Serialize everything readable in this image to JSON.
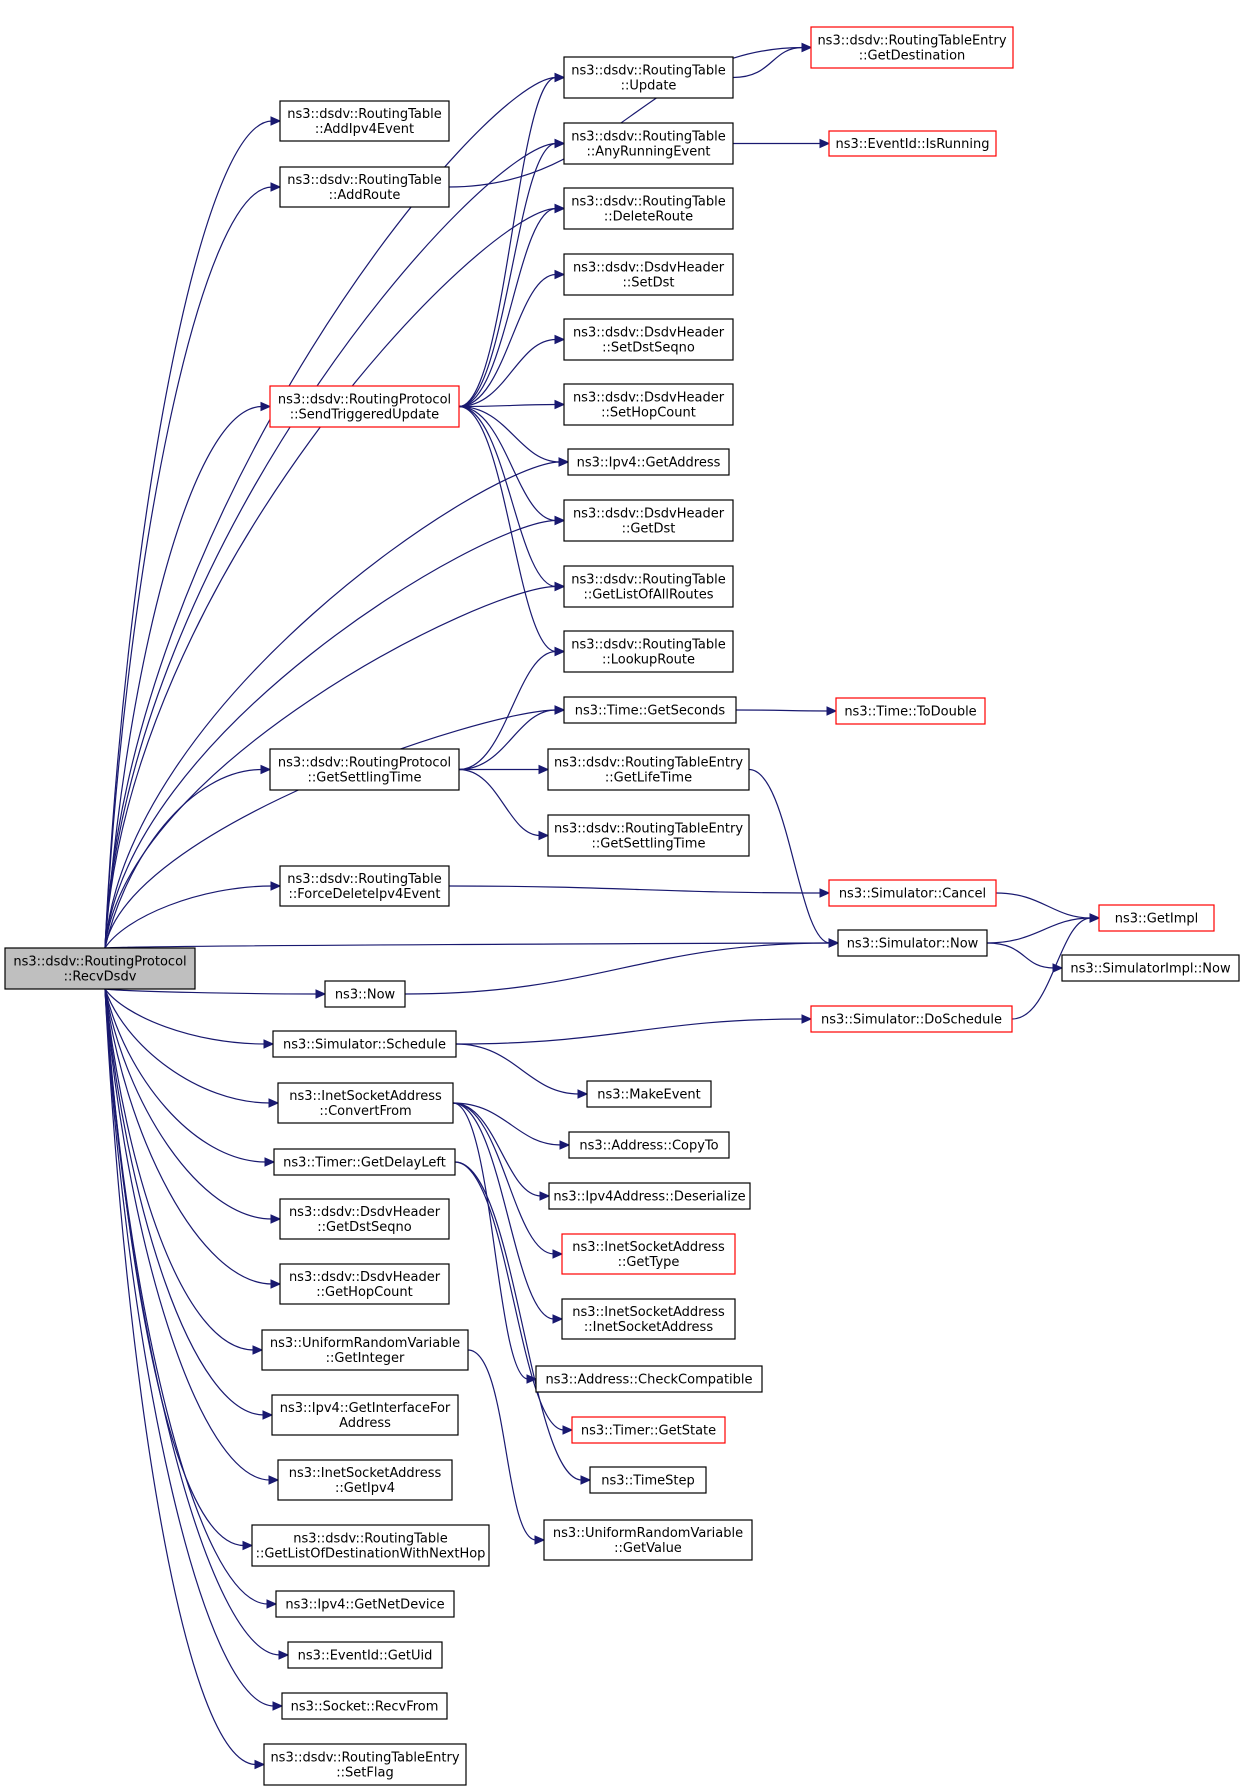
{
  "colors": {
    "edge": "#191970",
    "normal_border": "#000000",
    "truncated_border": "#ff0000",
    "root_fill": "#bfbfbf",
    "node_fill": "#ffffff"
  },
  "nodes": [
    {
      "id": "recv",
      "lines": [
        "ns3::dsdv::RoutingProtocol",
        "::RecvDsdv"
      ],
      "style": "root"
    },
    {
      "id": "addipv4",
      "lines": [
        "ns3::dsdv::RoutingTable",
        "::AddIpv4Event"
      ],
      "style": "normal"
    },
    {
      "id": "addroute",
      "lines": [
        "ns3::dsdv::RoutingTable",
        "::AddRoute"
      ],
      "style": "normal"
    },
    {
      "id": "update",
      "lines": [
        "ns3::dsdv::RoutingTable",
        "::Update"
      ],
      "style": "normal"
    },
    {
      "id": "getdest",
      "lines": [
        "ns3::dsdv::RoutingTableEntry",
        "::GetDestination"
      ],
      "style": "truncated"
    },
    {
      "id": "anyrun",
      "lines": [
        "ns3::dsdv::RoutingTable",
        "::AnyRunningEvent"
      ],
      "style": "normal"
    },
    {
      "id": "isrunning",
      "lines": [
        "ns3::EventId::IsRunning"
      ],
      "style": "truncated"
    },
    {
      "id": "deleteroute",
      "lines": [
        "ns3::dsdv::RoutingTable",
        "::DeleteRoute"
      ],
      "style": "normal"
    },
    {
      "id": "setdst",
      "lines": [
        "ns3::dsdv::DsdvHeader",
        "::SetDst"
      ],
      "style": "normal"
    },
    {
      "id": "setdstseqno",
      "lines": [
        "ns3::dsdv::DsdvHeader",
        "::SetDstSeqno"
      ],
      "style": "normal"
    },
    {
      "id": "sethop",
      "lines": [
        "ns3::dsdv::DsdvHeader",
        "::SetHopCount"
      ],
      "style": "normal"
    },
    {
      "id": "sendtrig",
      "lines": [
        "ns3::dsdv::RoutingProtocol",
        "::SendTriggeredUpdate"
      ],
      "style": "truncated"
    },
    {
      "id": "getaddress",
      "lines": [
        "ns3::Ipv4::GetAddress"
      ],
      "style": "normal"
    },
    {
      "id": "getdst",
      "lines": [
        "ns3::dsdv::DsdvHeader",
        "::GetDst"
      ],
      "style": "normal"
    },
    {
      "id": "getlistall",
      "lines": [
        "ns3::dsdv::RoutingTable",
        "::GetListOfAllRoutes"
      ],
      "style": "normal"
    },
    {
      "id": "lookup",
      "lines": [
        "ns3::dsdv::RoutingTable",
        "::LookupRoute"
      ],
      "style": "normal"
    },
    {
      "id": "getseconds",
      "lines": [
        "ns3::Time::GetSeconds"
      ],
      "style": "normal"
    },
    {
      "id": "todouble",
      "lines": [
        "ns3::Time::ToDouble"
      ],
      "style": "truncated"
    },
    {
      "id": "getsettling",
      "lines": [
        "ns3::dsdv::RoutingProtocol",
        "::GetSettlingTime"
      ],
      "style": "normal"
    },
    {
      "id": "getlifetime",
      "lines": [
        "ns3::dsdv::RoutingTableEntry",
        "::GetLifeTime"
      ],
      "style": "normal"
    },
    {
      "id": "entrysettling",
      "lines": [
        "ns3::dsdv::RoutingTableEntry",
        "::GetSettlingTime"
      ],
      "style": "normal"
    },
    {
      "id": "forcedel",
      "lines": [
        "ns3::dsdv::RoutingTable",
        "::ForceDeleteIpv4Event"
      ],
      "style": "normal"
    },
    {
      "id": "simcancel",
      "lines": [
        "ns3::Simulator::Cancel"
      ],
      "style": "truncated"
    },
    {
      "id": "getimpl",
      "lines": [
        "ns3::GetImpl"
      ],
      "style": "truncated"
    },
    {
      "id": "simnow",
      "lines": [
        "ns3::Simulator::Now"
      ],
      "style": "normal"
    },
    {
      "id": "simimplnow",
      "lines": [
        "ns3::SimulatorImpl::Now"
      ],
      "style": "normal"
    },
    {
      "id": "now",
      "lines": [
        "ns3::Now"
      ],
      "style": "normal"
    },
    {
      "id": "doschedule",
      "lines": [
        "ns3::Simulator::DoSchedule"
      ],
      "style": "truncated"
    },
    {
      "id": "schedule",
      "lines": [
        "ns3::Simulator::Schedule"
      ],
      "style": "normal"
    },
    {
      "id": "makeevent",
      "lines": [
        "ns3::MakeEvent"
      ],
      "style": "normal"
    },
    {
      "id": "convertfrom",
      "lines": [
        "ns3::InetSocketAddress",
        "::ConvertFrom"
      ],
      "style": "normal"
    },
    {
      "id": "copyto",
      "lines": [
        "ns3::Address::CopyTo"
      ],
      "style": "normal"
    },
    {
      "id": "timerdelay",
      "lines": [
        "ns3::Timer::GetDelayLeft"
      ],
      "style": "normal"
    },
    {
      "id": "deserialize",
      "lines": [
        "ns3::Ipv4Address::Deserialize"
      ],
      "style": "normal"
    },
    {
      "id": "gettype",
      "lines": [
        "ns3::InetSocketAddress",
        "::GetType"
      ],
      "style": "truncated"
    },
    {
      "id": "getdstseqno",
      "lines": [
        "ns3::dsdv::DsdvHeader",
        "::GetDstSeqno"
      ],
      "style": "normal"
    },
    {
      "id": "gethopcount",
      "lines": [
        "ns3::dsdv::DsdvHeader",
        "::GetHopCount"
      ],
      "style": "normal"
    },
    {
      "id": "inetctor",
      "lines": [
        "ns3::InetSocketAddress",
        "::InetSocketAddress"
      ],
      "style": "normal"
    },
    {
      "id": "getinteger",
      "lines": [
        "ns3::UniformRandomVariable",
        "::GetInteger"
      ],
      "style": "normal"
    },
    {
      "id": "checkcompat",
      "lines": [
        "ns3::Address::CheckCompatible"
      ],
      "style": "normal"
    },
    {
      "id": "getiface",
      "lines": [
        "ns3::Ipv4::GetInterfaceFor",
        "Address"
      ],
      "style": "normal"
    },
    {
      "id": "timerstate",
      "lines": [
        "ns3::Timer::GetState"
      ],
      "style": "truncated"
    },
    {
      "id": "getipv4",
      "lines": [
        "ns3::InetSocketAddress",
        "::GetIpv4"
      ],
      "style": "normal"
    },
    {
      "id": "timestep",
      "lines": [
        "ns3::TimeStep"
      ],
      "style": "normal"
    },
    {
      "id": "getlistnext",
      "lines": [
        "ns3::dsdv::RoutingTable",
        "::GetListOfDestinationWithNextHop"
      ],
      "style": "normal"
    },
    {
      "id": "getvalue",
      "lines": [
        "ns3::UniformRandomVariable",
        "::GetValue"
      ],
      "style": "normal"
    },
    {
      "id": "getnetdev",
      "lines": [
        "ns3::Ipv4::GetNetDevice"
      ],
      "style": "normal"
    },
    {
      "id": "getuid",
      "lines": [
        "ns3::EventId::GetUid"
      ],
      "style": "normal"
    },
    {
      "id": "recvfrom",
      "lines": [
        "ns3::Socket::RecvFrom"
      ],
      "style": "normal"
    },
    {
      "id": "setflag",
      "lines": [
        "ns3::dsdv::RoutingTableEntry",
        "::SetFlag"
      ],
      "style": "normal"
    }
  ],
  "edges": [
    [
      "recv",
      "addipv4"
    ],
    [
      "recv",
      "addroute"
    ],
    [
      "recv",
      "update"
    ],
    [
      "recv",
      "anyrun"
    ],
    [
      "recv",
      "deleteroute"
    ],
    [
      "recv",
      "sendtrig"
    ],
    [
      "recv",
      "getaddress"
    ],
    [
      "recv",
      "getdst"
    ],
    [
      "recv",
      "getlistall"
    ],
    [
      "recv",
      "getseconds"
    ],
    [
      "recv",
      "getsettling"
    ],
    [
      "recv",
      "forcedel"
    ],
    [
      "recv",
      "simnow"
    ],
    [
      "recv",
      "now"
    ],
    [
      "recv",
      "schedule"
    ],
    [
      "recv",
      "convertfrom"
    ],
    [
      "recv",
      "timerdelay"
    ],
    [
      "recv",
      "getdstseqno"
    ],
    [
      "recv",
      "gethopcount"
    ],
    [
      "recv",
      "getinteger"
    ],
    [
      "recv",
      "getiface"
    ],
    [
      "recv",
      "getipv4"
    ],
    [
      "recv",
      "getlistnext"
    ],
    [
      "recv",
      "getnetdev"
    ],
    [
      "recv",
      "getuid"
    ],
    [
      "recv",
      "recvfrom"
    ],
    [
      "recv",
      "setflag"
    ],
    [
      "addroute",
      "getdest"
    ],
    [
      "update",
      "getdest"
    ],
    [
      "anyrun",
      "isrunning"
    ],
    [
      "sendtrig",
      "update"
    ],
    [
      "sendtrig",
      "anyrun"
    ],
    [
      "sendtrig",
      "deleteroute"
    ],
    [
      "sendtrig",
      "setdst"
    ],
    [
      "sendtrig",
      "setdstseqno"
    ],
    [
      "sendtrig",
      "sethop"
    ],
    [
      "sendtrig",
      "getaddress"
    ],
    [
      "sendtrig",
      "getdst"
    ],
    [
      "sendtrig",
      "getlistall"
    ],
    [
      "sendtrig",
      "lookup"
    ],
    [
      "getseconds",
      "todouble"
    ],
    [
      "getsettling",
      "lookup"
    ],
    [
      "getsettling",
      "getseconds"
    ],
    [
      "getsettling",
      "getlifetime"
    ],
    [
      "getsettling",
      "entrysettling"
    ],
    [
      "getlifetime",
      "simnow"
    ],
    [
      "forcedel",
      "simcancel"
    ],
    [
      "simcancel",
      "getimpl"
    ],
    [
      "simnow",
      "getimpl"
    ],
    [
      "simnow",
      "simimplnow"
    ],
    [
      "now",
      "simnow"
    ],
    [
      "schedule",
      "doschedule"
    ],
    [
      "schedule",
      "makeevent"
    ],
    [
      "doschedule",
      "getimpl"
    ],
    [
      "convertfrom",
      "copyto"
    ],
    [
      "convertfrom",
      "deserialize"
    ],
    [
      "convertfrom",
      "gettype"
    ],
    [
      "convertfrom",
      "inetctor"
    ],
    [
      "convertfrom",
      "checkcompat"
    ],
    [
      "timerdelay",
      "timerstate"
    ],
    [
      "timerdelay",
      "timestep"
    ],
    [
      "getinteger",
      "getvalue"
    ]
  ]
}
